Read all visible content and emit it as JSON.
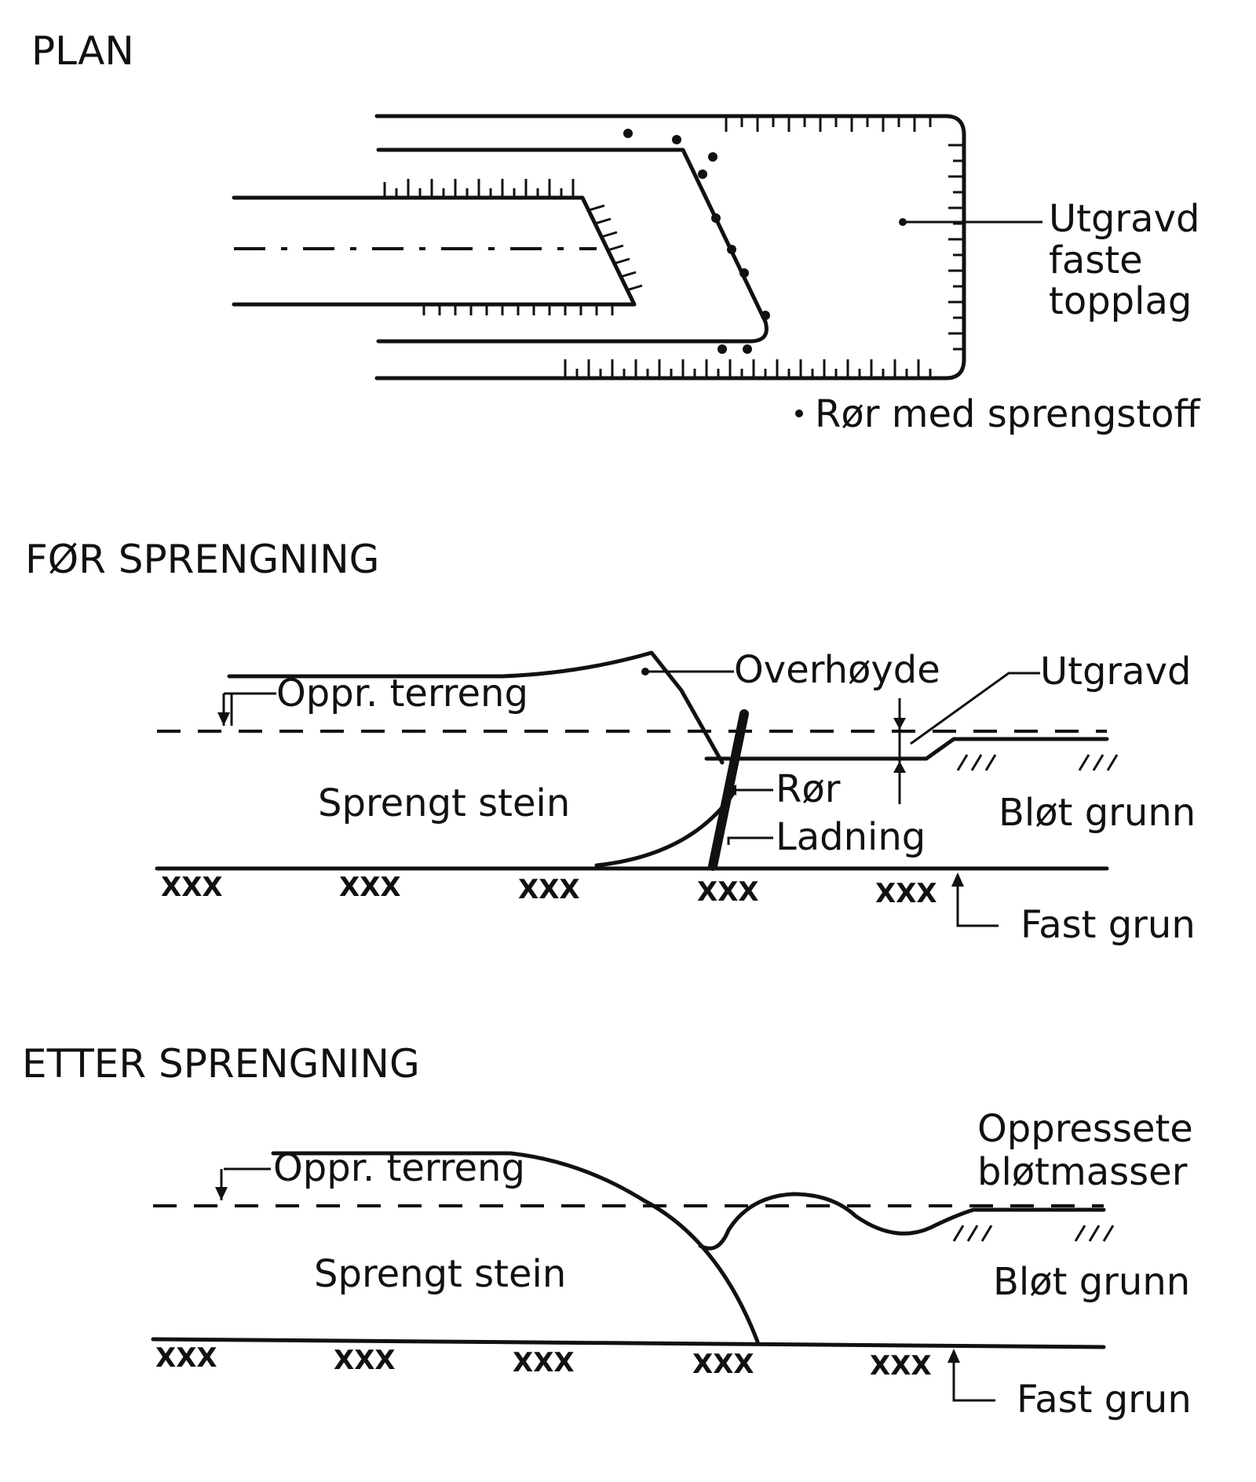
{
  "plan": {
    "title": "PLAN",
    "label_excavated": [
      "Utgravd",
      "faste",
      "topplag"
    ],
    "legend_pipe": "Rør med sprengstoff"
  },
  "before": {
    "title": "FØR SPRENGNING",
    "label_original_terrain": "Oppr. terreng",
    "label_blasted_rock": "Sprengt stein",
    "label_excess_height": "Overhøyde",
    "label_excavated": "Utgravd",
    "label_pipe": "Rør",
    "label_charge": "Ladning",
    "label_soft_ground": "Bløt grunn",
    "label_firm_ground": "Fast grun",
    "rock_marks": [
      "XXX",
      "XXX",
      "XXX",
      "XXX",
      "XXX"
    ]
  },
  "after": {
    "title": "ETTER SPRENGNING",
    "label_original_terrain": "Oppr. terreng",
    "label_blasted_rock": "Sprengt stein",
    "label_pressed_soft": [
      "Oppressete",
      "bløtmasser"
    ],
    "label_soft_ground": "Bløt grunn",
    "label_firm_ground": "Fast grun",
    "rock_marks": [
      "XXX",
      "XXX",
      "XXX",
      "XXX",
      "XXX"
    ]
  }
}
